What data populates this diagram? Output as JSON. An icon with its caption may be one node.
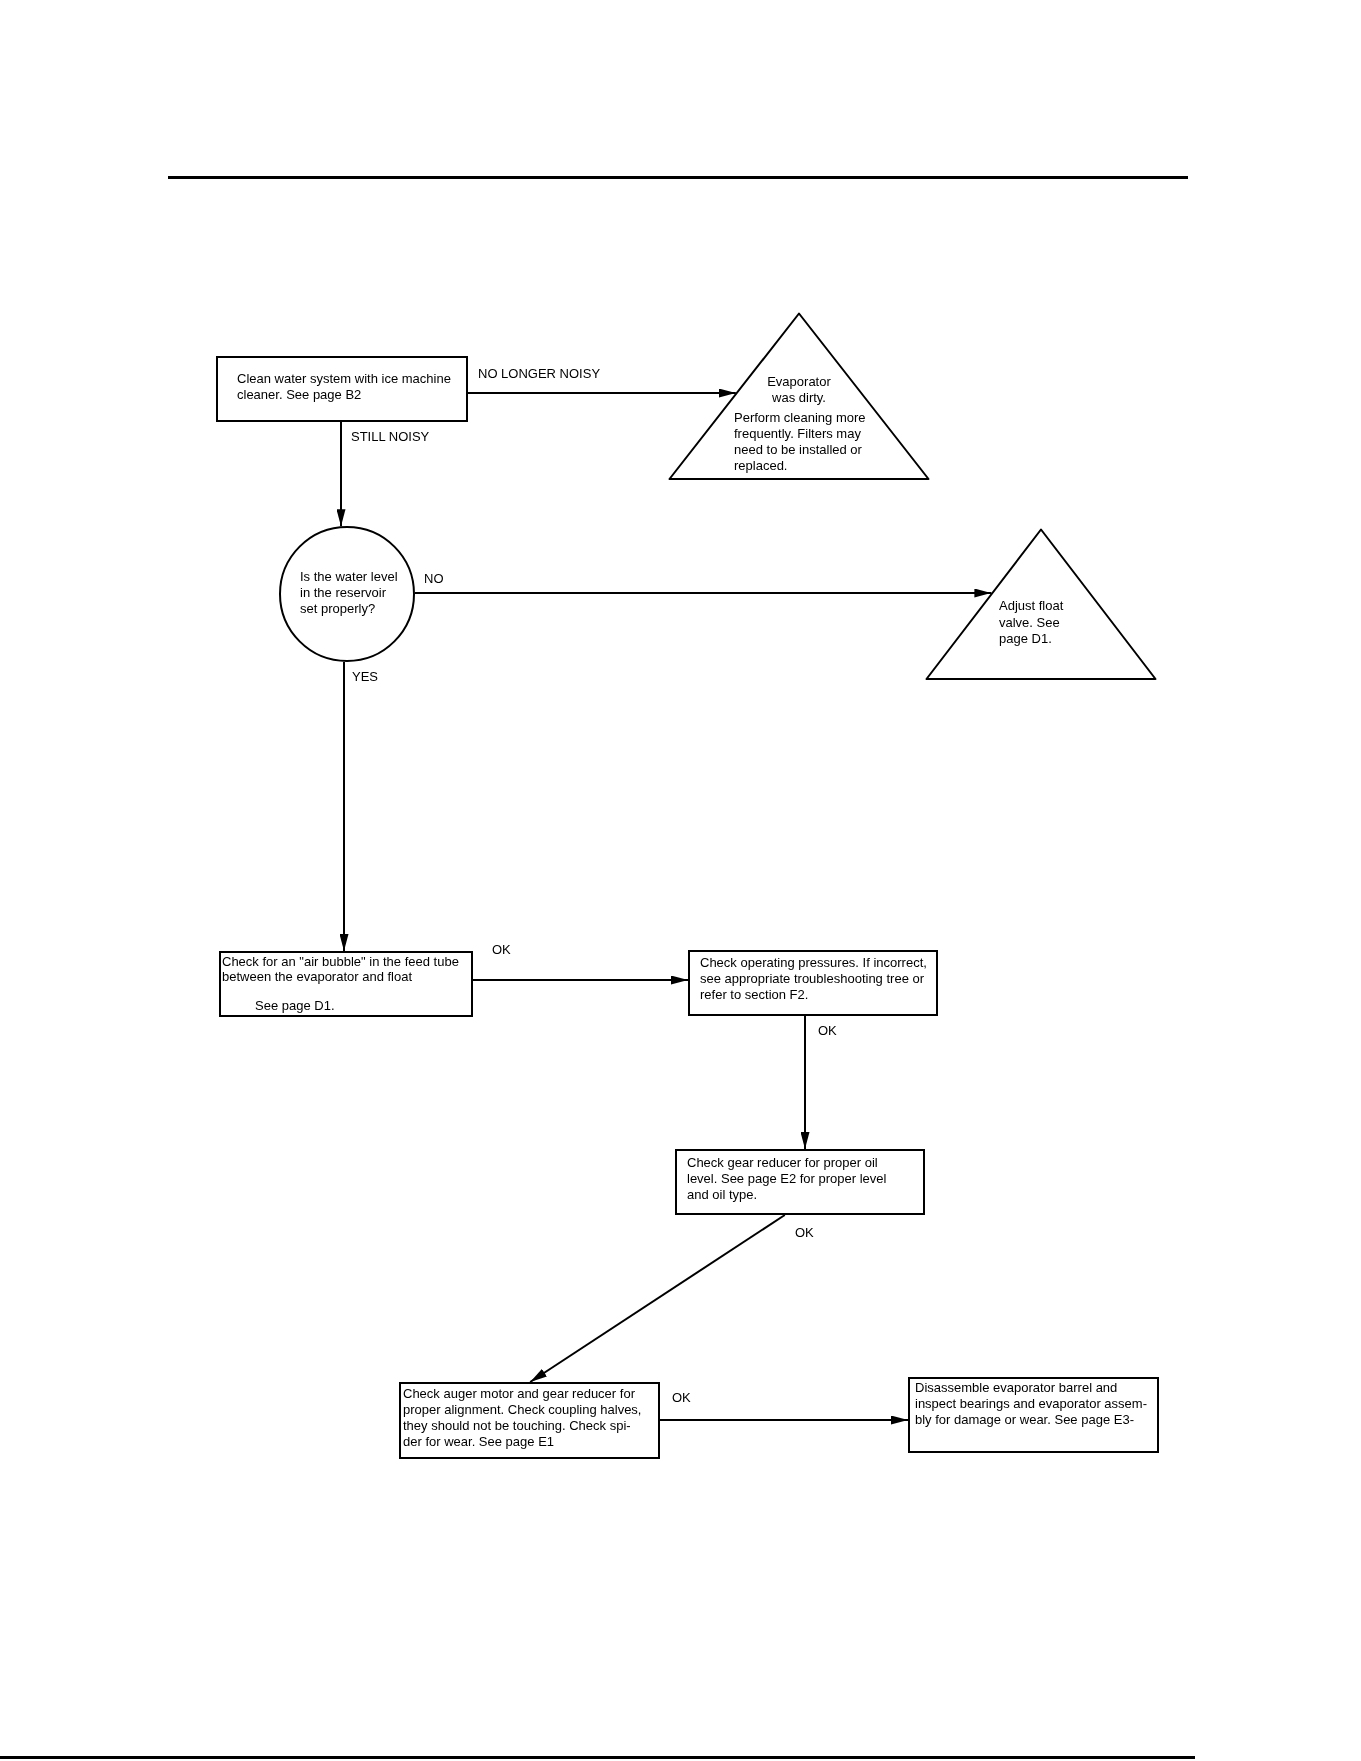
{
  "diagram": {
    "nodes": [
      {
        "text": [
          "Clean water system with ice machine cleaner. See page B2"
        ]
      },
      {
        "text": [
          "Evaporator was dirty.",
          "Perform cleaning more frequently. Filters may need to be installed or replaced."
        ]
      },
      {
        "text": [
          "Is the water level in the reservoir set properly?"
        ]
      },
      {
        "text": [
          "Adjust float valve. See page D1."
        ]
      },
      {
        "text": [
          "Check for an \"air bubble\" in the feed tube between the evaporator and float",
          "See page D1."
        ]
      },
      {
        "text": [
          "Check operating pressures. If incorrect, see appropriate troubleshooting tree or refer to section F2."
        ]
      },
      {
        "text": [
          "Check gear reducer for proper oil level. See page E2 for proper level and oil type."
        ]
      },
      {
        "text": [
          "Check auger motor and gear reducer for proper alignment. Check coupling halves, they should not be touching. Check spi- der for wear. See page E1"
        ]
      },
      {
        "text": [
          "Disassemble evaporator barrel and inspect bearings and evaporator assem- bly for damage or wear. See page E3-"
        ]
      }
    ],
    "edges": [
      {
        "from": 0,
        "to": 1,
        "arrow": "to",
        "label": "NO LONGER NOISY"
      },
      {
        "from": 0,
        "to": 2,
        "arrow": "to",
        "label": "STILL NOISY"
      },
      {
        "from": 2,
        "to": 3,
        "arrow": "to",
        "label": "NO"
      },
      {
        "from": 2,
        "to": 4,
        "arrow": "to",
        "label": "YES"
      },
      {
        "from": 4,
        "to": 5,
        "arrow": "to",
        "label": "OK"
      },
      {
        "from": 5,
        "to": 6,
        "arrow": "to",
        "label": "OK"
      },
      {
        "from": 6,
        "to": 7,
        "arrow": "to",
        "label": "OK"
      },
      {
        "from": 7,
        "to": 8,
        "arrow": "to",
        "label": "OK"
      }
    ]
  }
}
